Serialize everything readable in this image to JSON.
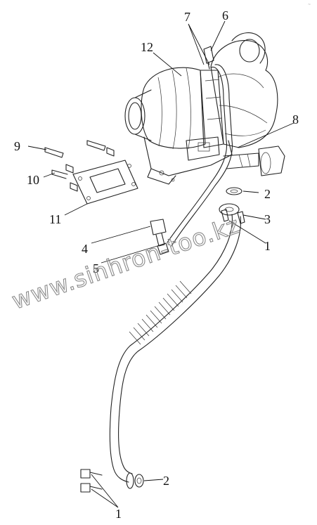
{
  "watermark": "www.sinhron-too.kz",
  "corner_mark": "~",
  "callouts": [
    {
      "id": "c12",
      "label": "12"
    },
    {
      "id": "c7",
      "label": "7"
    },
    {
      "id": "c6",
      "label": "6"
    },
    {
      "id": "c8",
      "label": "8"
    },
    {
      "id": "c9",
      "label": "9"
    },
    {
      "id": "c10",
      "label": "10"
    },
    {
      "id": "c11",
      "label": "11"
    },
    {
      "id": "c2a",
      "label": "2"
    },
    {
      "id": "c3",
      "label": "3"
    },
    {
      "id": "c1a",
      "label": "1"
    },
    {
      "id": "c4",
      "label": "4"
    },
    {
      "id": "c5",
      "label": "5"
    },
    {
      "id": "c2b",
      "label": "2"
    },
    {
      "id": "c1b",
      "label": "1"
    }
  ]
}
